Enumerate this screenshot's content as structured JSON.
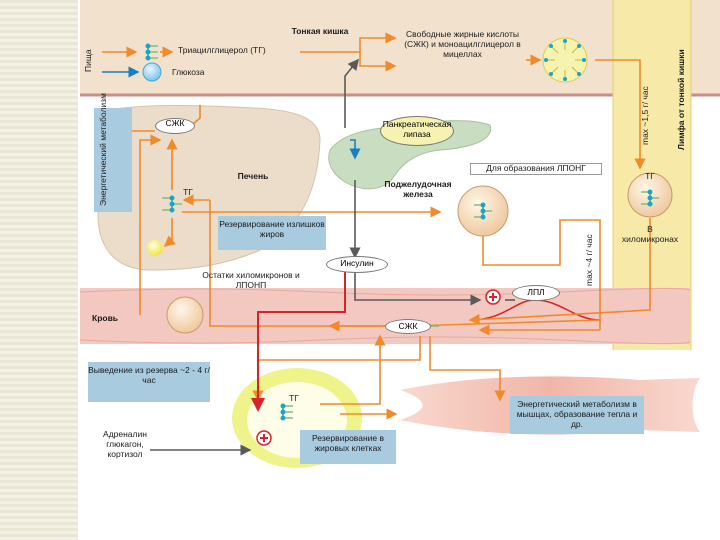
{
  "labels": {
    "small_intestine": "Тонкая кишка",
    "food": "Пища",
    "triglyceride": "Триацилглицерол (ТГ)",
    "glucose": "Глюкоза",
    "free_fatty_acids": "Свободные жирные кислоты (СЖК) и моноацилглицерол в мицеллах",
    "lymph": "Лимфа от тонкой кишки",
    "lymph_rate": "max ~1,5 г/ час",
    "energy_metabolism_liver": "Энергетический метаболизм",
    "ffa_liver": "СЖК",
    "liver": "Печень",
    "tg_liver": "ТГ",
    "reserve_excess": "Резервирование излишков жиров",
    "pancreatic_lipase": "Панкреатическая липаза",
    "pancreas": "Поджелудочная железа",
    "vldl_formation": "Для образования ЛПОНГ",
    "vldl_rate": "max ~4 г/ час",
    "tg_chylo": "ТГ",
    "chylomicrons": "В хиломикронах",
    "insulin": "Инсулин",
    "remnants": "Остатки хиломикронов и ЛПОНП",
    "lpl": "ЛПЛ",
    "blood": "Кровь",
    "ffa_blood": "СЖК",
    "release": "Выведение из резерва ~2 - 4 г/ час",
    "tg_adipose": "ТГ",
    "hormones": "Адреналин глюкагон, кортизол",
    "reserve_fat_cells": "Резервирование в жировых клетках",
    "muscle_energy": "Энергетический метаболизм в мышцах, образование тепла и др."
  },
  "colors": {
    "intestine_band": "#f2e2cd",
    "intestine_edge": "#c98f8a",
    "liver_fill": "#ecddcb",
    "pancreas_fill": "#c9ddc1",
    "blood_band": "#f3c8c0",
    "lymph_column": "#f7e9a8",
    "orange_arrow": "#f08a2a",
    "grey_arrow": "#5a5a5a",
    "red_arrow": "#d8232a",
    "blue_box": "#a8cbe0",
    "adipose_ring": "#eef48a",
    "lipid_green": "#7fbf7f",
    "lipid_teal": "#1aa5c7"
  }
}
